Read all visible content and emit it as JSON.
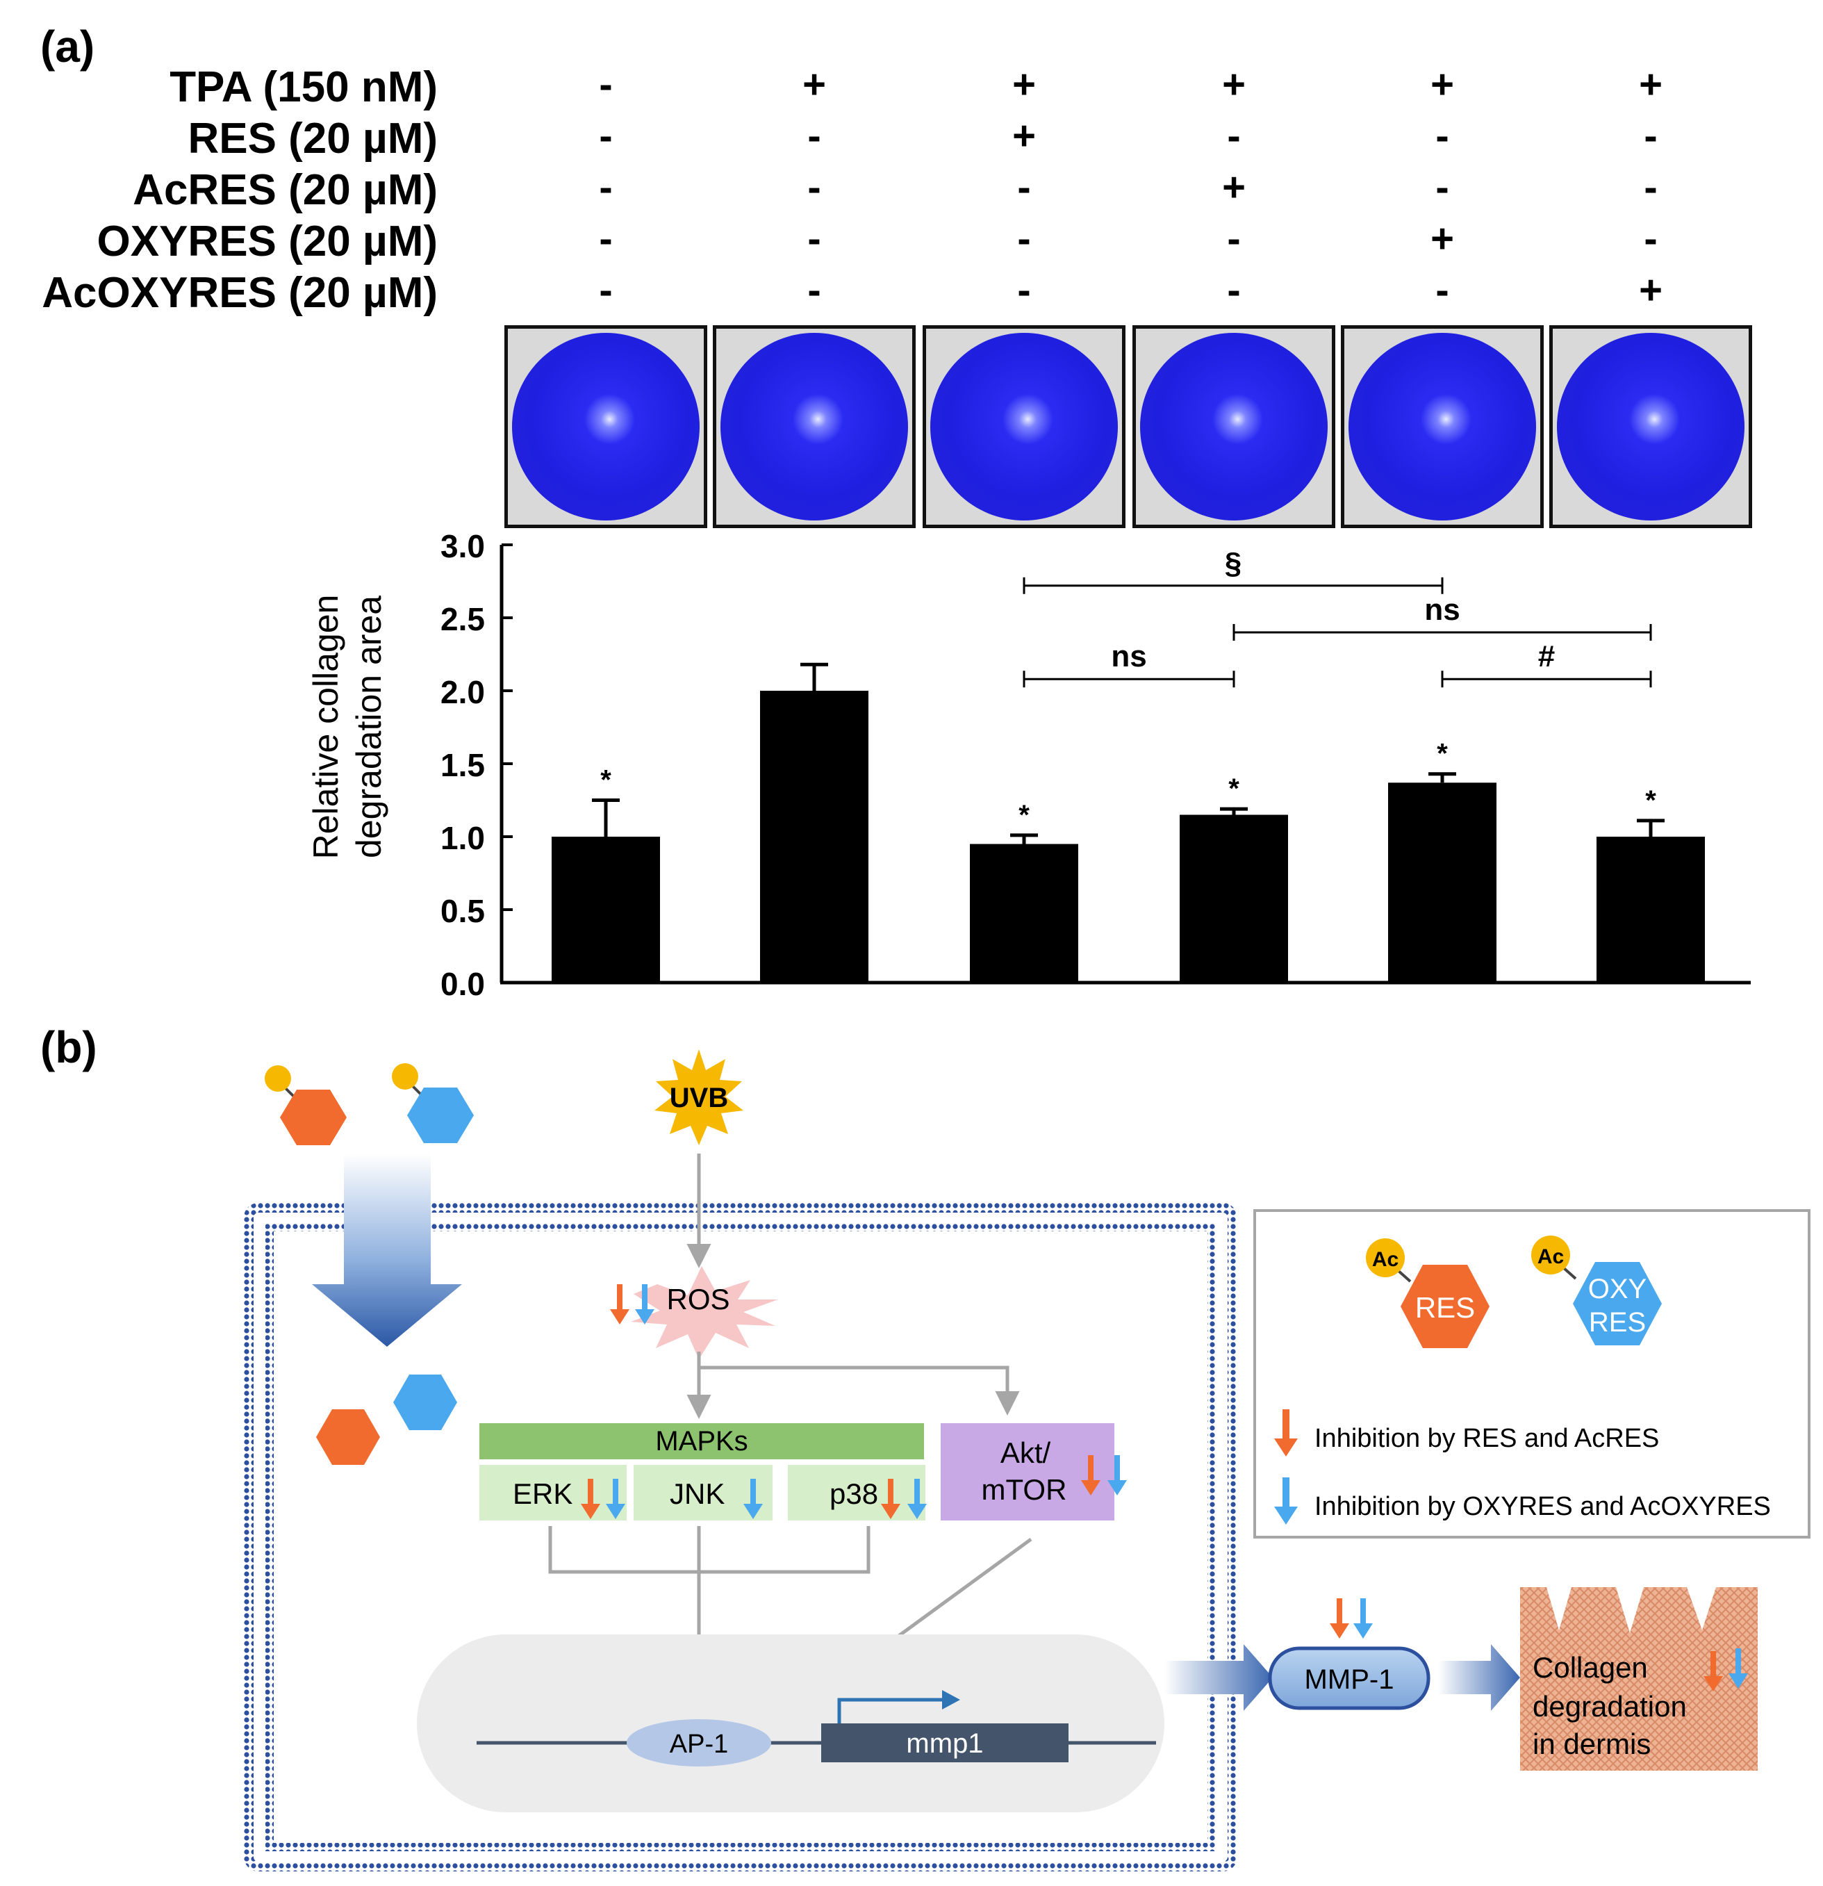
{
  "panel_a": {
    "label": "(a)",
    "treatments": [
      {
        "name": "TPA (150 nM)",
        "signs": [
          "-",
          "+",
          "+",
          "+",
          "+",
          "+"
        ]
      },
      {
        "name": "RES (20 µM)",
        "signs": [
          "-",
          "-",
          "+",
          "-",
          "-",
          "-"
        ]
      },
      {
        "name": "AcRES (20 µM)",
        "signs": [
          "-",
          "-",
          "-",
          "+",
          "-",
          "-"
        ]
      },
      {
        "name": "OXYRES (20 µM)",
        "signs": [
          "-",
          "-",
          "-",
          "-",
          "+",
          "-"
        ]
      },
      {
        "name": "AcOXYRES (20 µM)",
        "signs": [
          "-",
          "-",
          "-",
          "-",
          "-",
          "+"
        ]
      }
    ],
    "well_color": "#2323e6"
  },
  "chart_data": {
    "type": "bar",
    "ylabel_line1": "Relative collagen",
    "ylabel_line2": "degradation area",
    "ylim": [
      0,
      3.0
    ],
    "yticks": [
      "0.0",
      "0.5",
      "1.0",
      "1.5",
      "2.0",
      "2.5",
      "3.0"
    ],
    "values": [
      1.0,
      2.0,
      0.95,
      1.15,
      1.37,
      1.0
    ],
    "errors": [
      0.25,
      0.18,
      0.06,
      0.04,
      0.06,
      0.11
    ],
    "markers": [
      "*",
      "",
      "*",
      "*",
      "*",
      "*"
    ],
    "bar_color": "#000000",
    "brackets": [
      {
        "from": 2,
        "to": 4,
        "level": 2.72,
        "label": "§"
      },
      {
        "from": 3,
        "to": 5,
        "level": 2.4,
        "label": "ns"
      },
      {
        "from": 2,
        "to": 3,
        "level": 2.08,
        "label": "ns"
      },
      {
        "from": 4,
        "to": 5,
        "level": 2.08,
        "label": "#"
      }
    ]
  },
  "panel_b": {
    "label": "(b)",
    "uvb": "UVB",
    "ros": "ROS",
    "mapks": "MAPKs",
    "erk": "ERK",
    "jnk": "JNK",
    "p38": "p38",
    "akt_line1": "Akt/",
    "akt_line2": "mTOR",
    "ap1": "AP-1",
    "mmp1_gene": "mmp1",
    "mmp1_protein": "MMP-1",
    "collagen_line1": "Collagen",
    "collagen_line2": "degradation",
    "collagen_line3": "in dermis",
    "legend": {
      "ac": "Ac",
      "res": "RES",
      "oxy_line1": "OXY",
      "oxy_line2": "RES",
      "orange_text": "Inhibition by RES and AcRES",
      "blue_text": "Inhibition by OXYRES and AcOXYRES"
    },
    "colors": {
      "orange": "#f26b2e",
      "blue": "#4aa8ef",
      "ac_yellow": "#f6b800",
      "mapk_green": "#8dc36e",
      "mapk_light": "#d6eec9",
      "akt_purple": "#c9a8e6",
      "membrane": "#2c4f9e",
      "gene_box": "#44546a",
      "ap1": "#b4c7e7",
      "nucleus": "#ececec",
      "collagen": "#e9a785"
    }
  }
}
